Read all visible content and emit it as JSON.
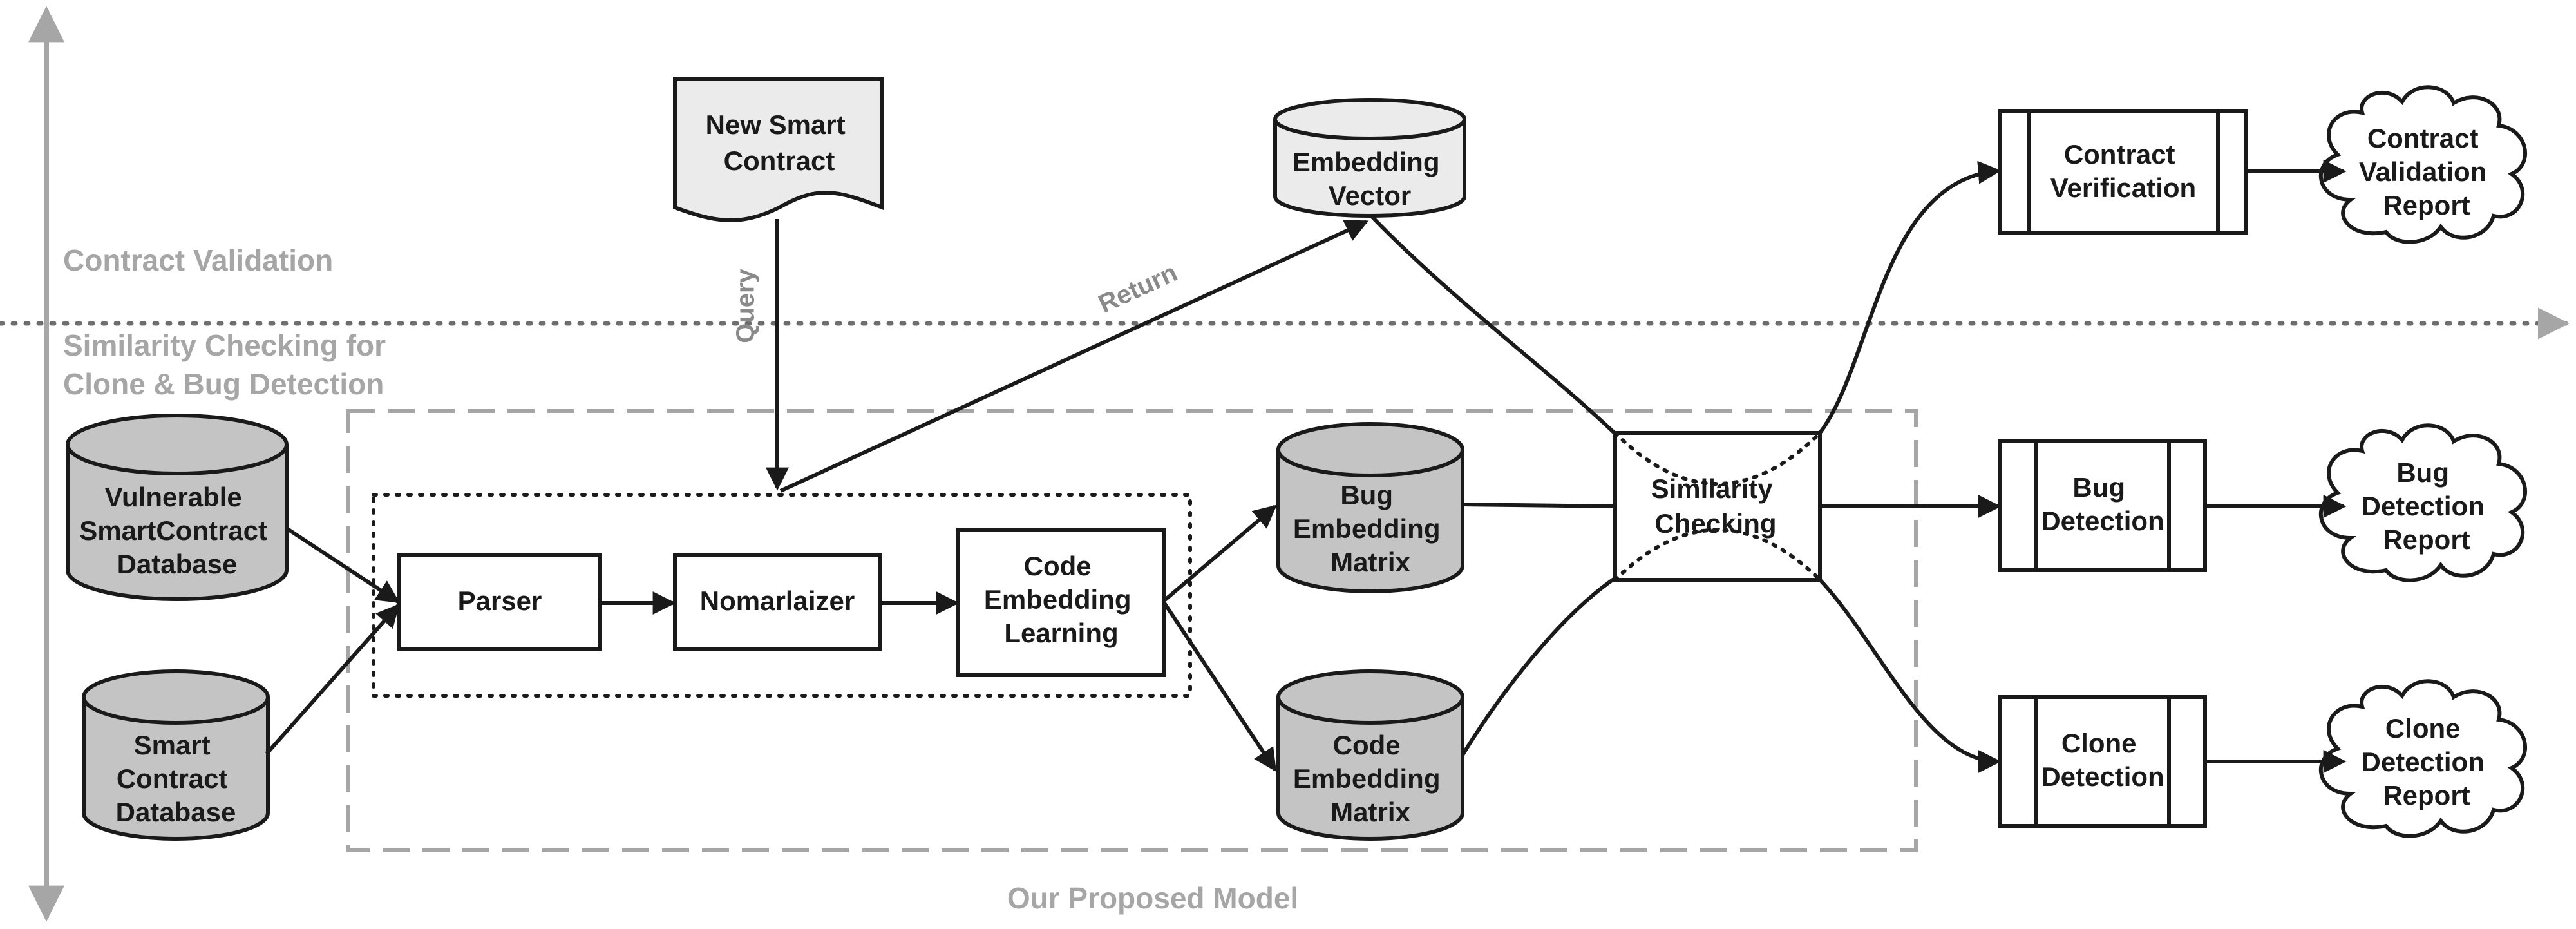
{
  "regions": {
    "top_label": "Contract Validation",
    "bottom_label": [
      "Similarity Checking for",
      "Clone & Bug Detection"
    ],
    "model_label": "Our Proposed Model"
  },
  "edge_labels": {
    "query": "Query",
    "return": "Return"
  },
  "nodes": {
    "new_contract": [
      "New Smart",
      "Contract"
    ],
    "embedding_vector": [
      "Embedding",
      "Vector"
    ],
    "vuln_db": [
      "Vulnerable",
      "SmartContract",
      "Database"
    ],
    "smart_db": [
      "Smart",
      "Contract",
      "Database"
    ],
    "parser": [
      "Parser"
    ],
    "normalizer": [
      "Nomarlaizer"
    ],
    "code_learning": [
      "Code",
      "Embedding",
      "Learning"
    ],
    "bug_matrix": [
      "Bug",
      "Embedding",
      "Matrix"
    ],
    "code_matrix": [
      "Code",
      "Embedding",
      "Matrix"
    ],
    "similarity": [
      "Similarity",
      "Checking"
    ],
    "contract_verification": [
      "Contract",
      "Verification"
    ],
    "bug_detection": [
      "Bug",
      "Detection"
    ],
    "clone_detection": [
      "Clone",
      "Detection"
    ],
    "cv_report": [
      "Contract",
      "Validation",
      "Report"
    ],
    "bd_report": [
      "Bug",
      "Detection",
      "Report"
    ],
    "cd_report": [
      "Clone",
      "Detection",
      "Report"
    ]
  },
  "colors": {
    "ink": "#1a1a1a",
    "region_label": "#a6a6a6",
    "edge_label": "#8a8a8a",
    "db_fill": "#c4c4c4",
    "doc_fill": "#ebebeb"
  }
}
